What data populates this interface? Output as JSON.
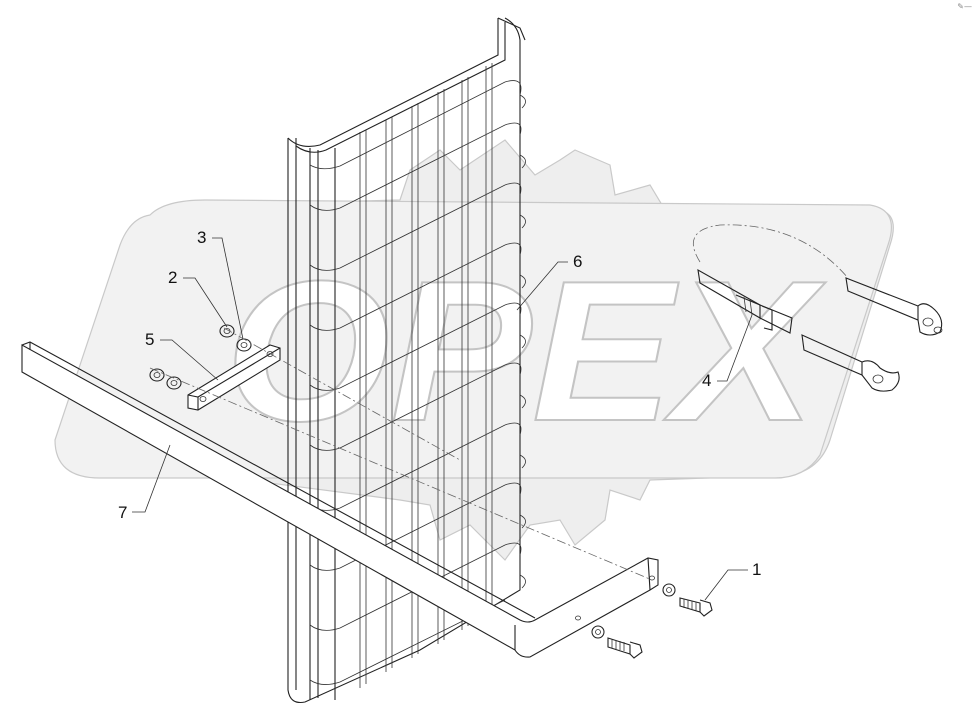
{
  "callouts": {
    "c1": "1",
    "c2": "2",
    "c3": "3",
    "c4": "4",
    "c5": "5",
    "c6": "6",
    "c7": "7"
  },
  "watermark": {
    "text": "OPEX",
    "color": "#eeeeee"
  }
}
